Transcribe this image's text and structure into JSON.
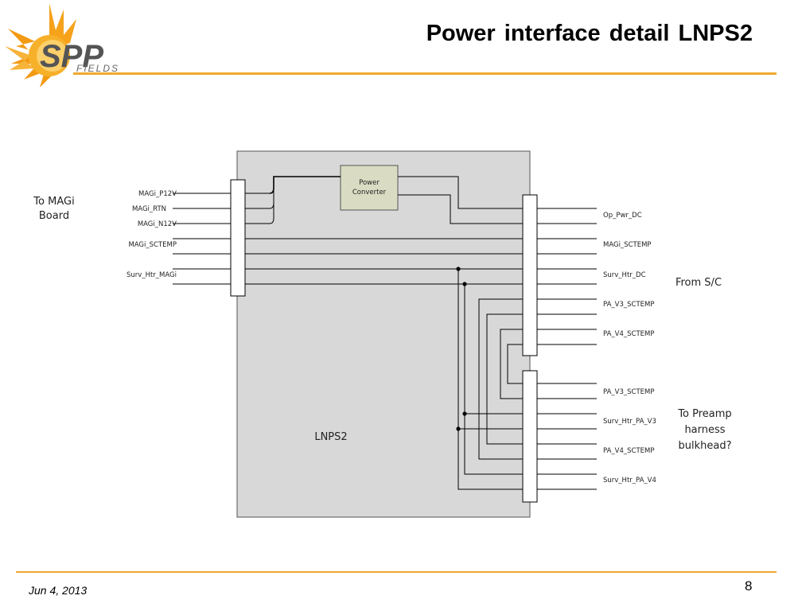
{
  "slide": {
    "title": "Power interface detail LNPS2",
    "date": "Jun 4, 2013",
    "page_number": "8"
  },
  "logo": {
    "text_main": "SPP",
    "text_sub": "FIELDS"
  },
  "colors": {
    "accent": "#f0a830",
    "box_fill": "#d8d8d8",
    "converter_fill": "#d9dcc2",
    "line": "#000000"
  },
  "diagram": {
    "module_label": "LNPS2",
    "converter_line1": "Power",
    "converter_line2": "Converter",
    "left_group_line1": "To MAGi",
    "left_group_line2": "Board",
    "right_group_upper": "From S/C",
    "right_group_lower_line1": "To Preamp",
    "right_group_lower_line2": "harness",
    "right_group_lower_line3": "bulkhead?",
    "left_signals": [
      "MAGi_P12V",
      "MAGi_RTN",
      "MAGi_N12V",
      "MAGi_SCTEMP",
      "Surv_Htr_MAGi"
    ],
    "right_upper_signals": [
      "Op_Pwr_DC",
      "MAGi_SCTEMP",
      "Surv_Htr_DC",
      "PA_V3_SCTEMP",
      "PA_V4_SCTEMP"
    ],
    "right_lower_signals": [
      "PA_V3_SCTEMP",
      "Surv_Htr_PA_V3",
      "PA_V4_SCTEMP",
      "Surv_Htr_PA_V4"
    ]
  }
}
